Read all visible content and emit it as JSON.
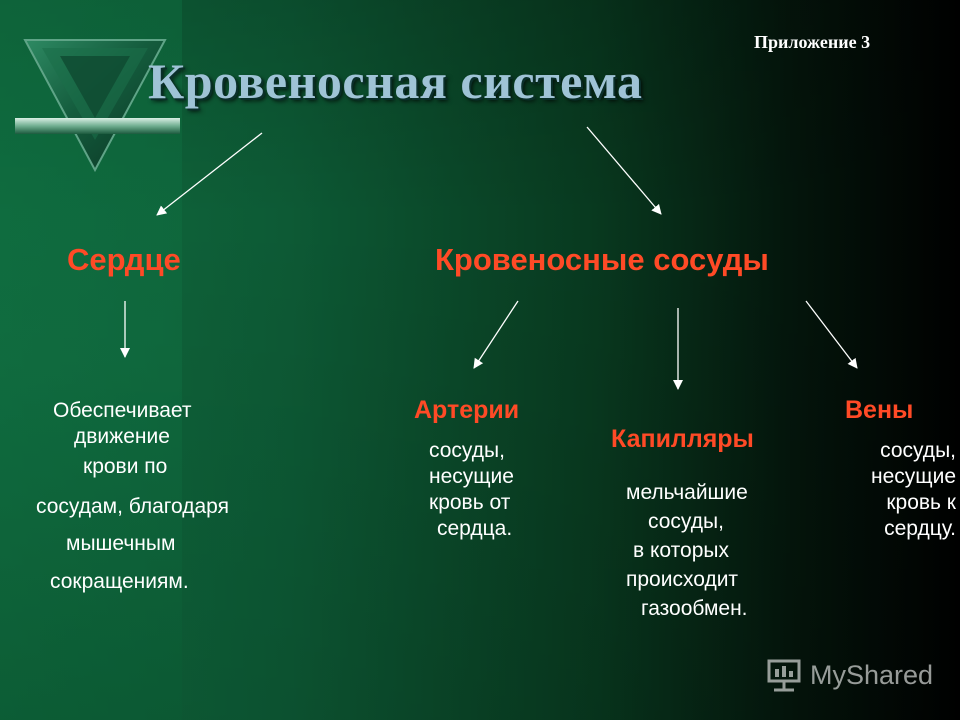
{
  "slide": {
    "appendix": "Приложение 3",
    "title": "Кровеносная система",
    "heart": {
      "heading": "Сердце",
      "description_lines": [
        "Обеспечивает",
        "движение",
        "крови по",
        "сосудам, благодаря",
        "мышечным",
        "сокращениям."
      ]
    },
    "vessels": {
      "heading": "Кровеносные сосуды",
      "arteries": {
        "heading": "Артерии",
        "description_lines": [
          "сосуды,",
          "несущие",
          "кровь от",
          "сердца."
        ]
      },
      "capillaries": {
        "heading": "Капилляры",
        "description_lines": [
          "мельчайшие",
          "сосуды,",
          "в которых",
          "происходит",
          "газообмен."
        ]
      },
      "veins": {
        "heading": "Вены",
        "description_lines": [
          "сосуды,",
          "несущие",
          "кровь к",
          "сердцу."
        ]
      }
    }
  },
  "watermark": {
    "text": "MyShared"
  },
  "colors": {
    "heading": "#ff4a26",
    "body_text": "#ffffff",
    "title_text": "#9fc3d6",
    "background_green": "#0d5a35",
    "background_dark": "#000000"
  }
}
